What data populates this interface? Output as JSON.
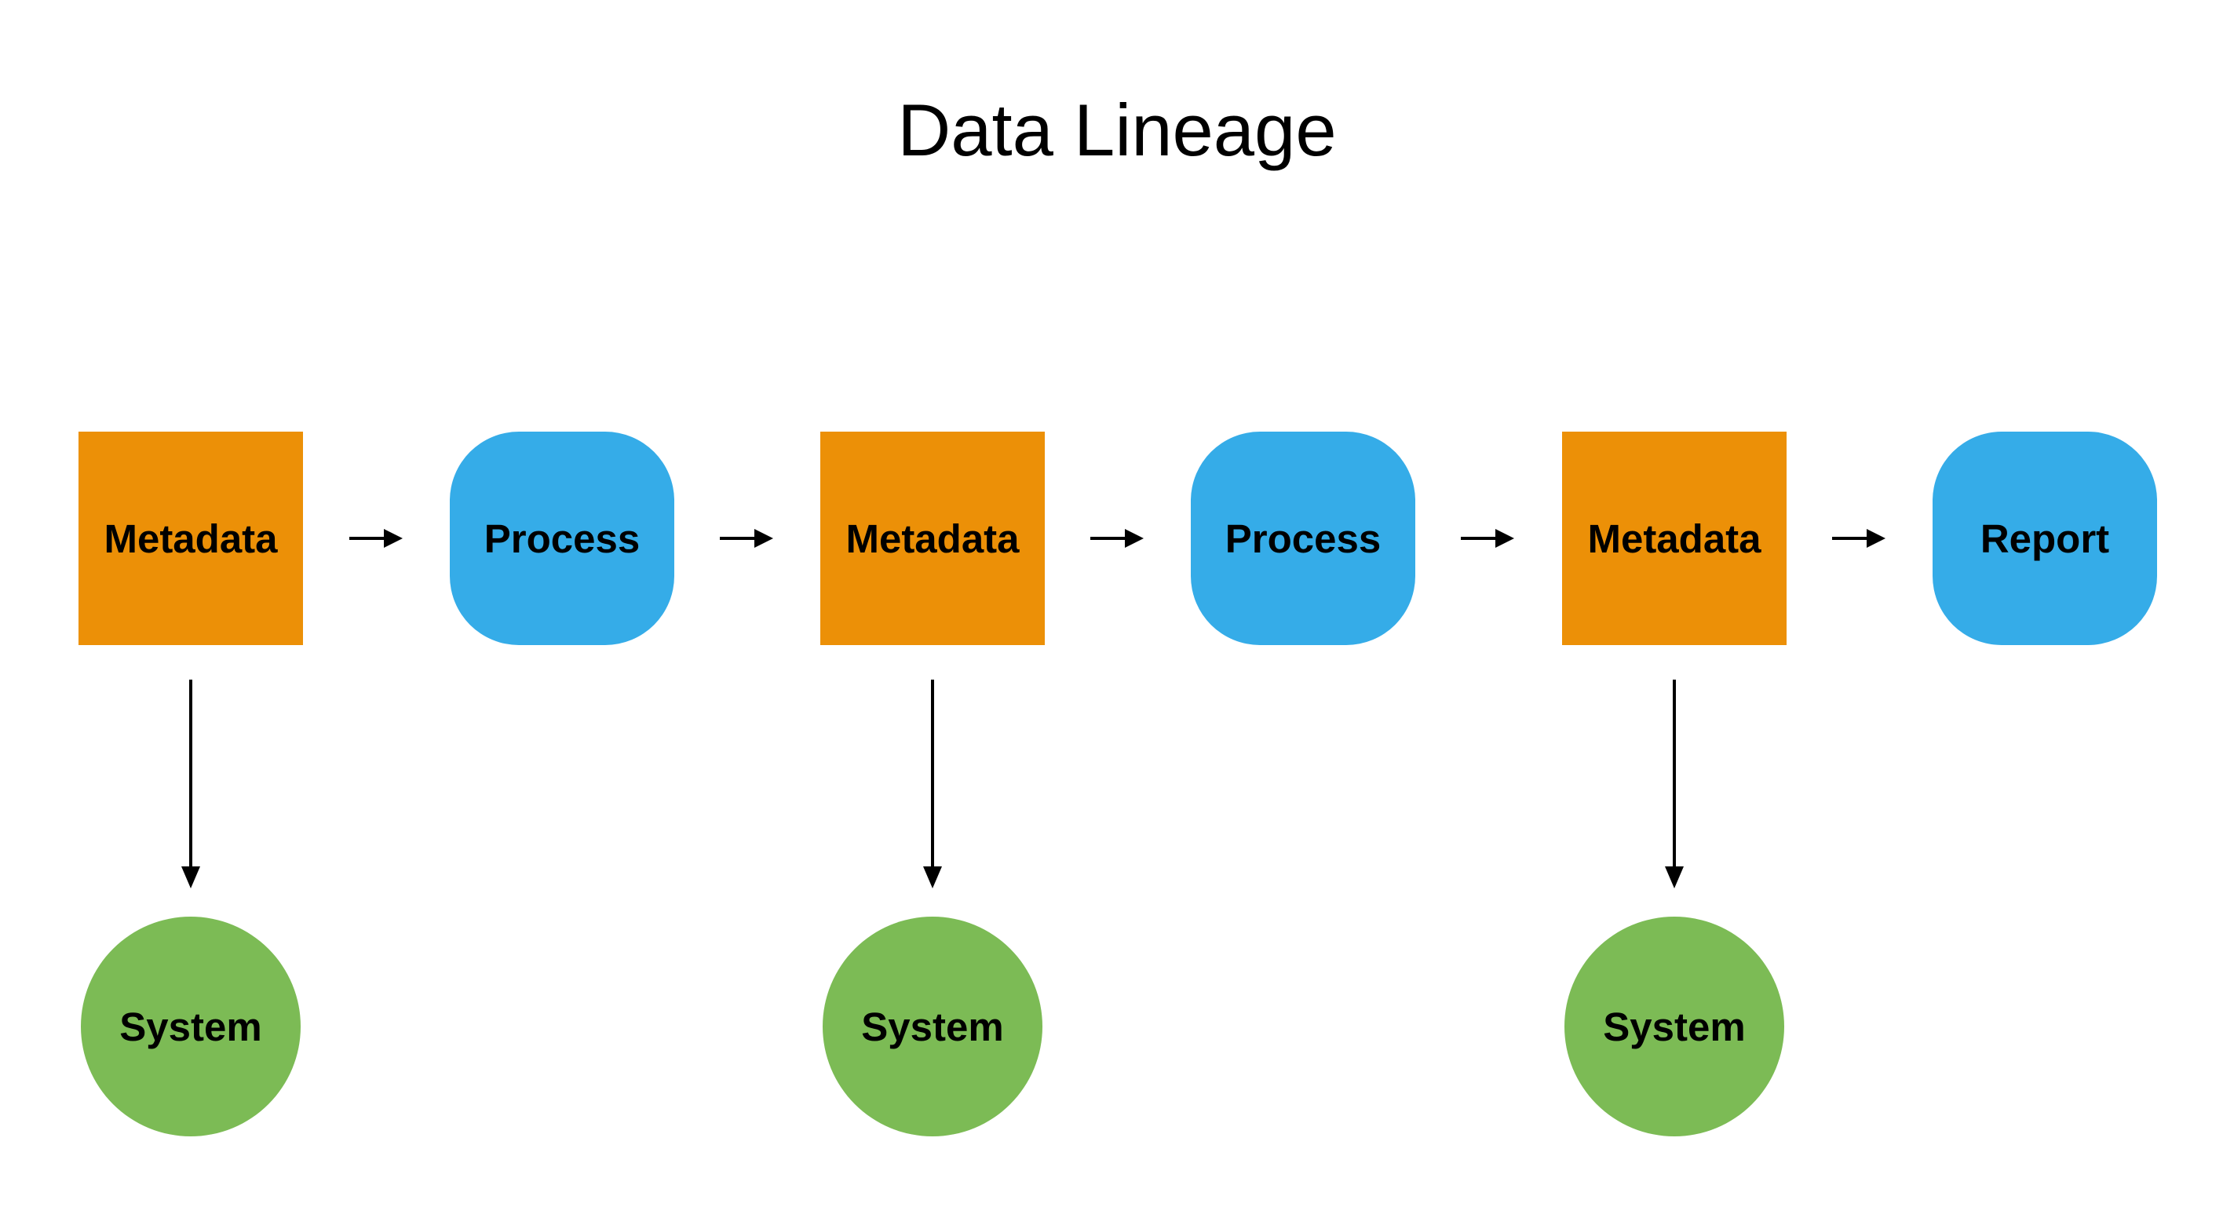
{
  "title": "Data Lineage",
  "colors": {
    "metadata_fill": "#EC9007",
    "process_fill": "#35ACE8",
    "system_fill": "#7CBB55",
    "arrow": "#000000",
    "text": "#000000",
    "background": "#FFFFFF"
  },
  "diagram": {
    "flow_nodes": [
      {
        "id": "metadata-1",
        "label": "Metadata",
        "type": "metadata",
        "shape": "square"
      },
      {
        "id": "process-1",
        "label": "Process",
        "type": "process",
        "shape": "rounded-square"
      },
      {
        "id": "metadata-2",
        "label": "Metadata",
        "type": "metadata",
        "shape": "square"
      },
      {
        "id": "process-2",
        "label": "Process",
        "type": "process",
        "shape": "rounded-square"
      },
      {
        "id": "metadata-3",
        "label": "Metadata",
        "type": "metadata",
        "shape": "square"
      },
      {
        "id": "report",
        "label": "Report",
        "type": "process",
        "shape": "rounded-square"
      }
    ],
    "system_nodes": [
      {
        "id": "system-1",
        "label": "System",
        "shape": "circle"
      },
      {
        "id": "system-2",
        "label": "System",
        "shape": "circle"
      },
      {
        "id": "system-3",
        "label": "System",
        "shape": "circle"
      }
    ],
    "edges": [
      {
        "from": "metadata-1",
        "to": "process-1",
        "direction": "right"
      },
      {
        "from": "process-1",
        "to": "metadata-2",
        "direction": "right"
      },
      {
        "from": "metadata-2",
        "to": "process-2",
        "direction": "right"
      },
      {
        "from": "process-2",
        "to": "metadata-3",
        "direction": "right"
      },
      {
        "from": "metadata-3",
        "to": "report",
        "direction": "right"
      },
      {
        "from": "metadata-1",
        "to": "system-1",
        "direction": "down"
      },
      {
        "from": "metadata-2",
        "to": "system-2",
        "direction": "down"
      },
      {
        "from": "metadata-3",
        "to": "system-3",
        "direction": "down"
      }
    ]
  }
}
